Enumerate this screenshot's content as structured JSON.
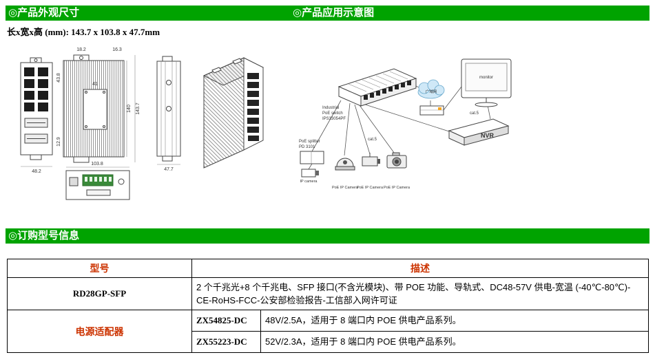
{
  "colors": {
    "section_bar_green": "#00a300",
    "table_accent_red": "#cc3300",
    "terminal_green": "#3a8a3a",
    "cloud_blue": "#cfe8f7"
  },
  "header": {
    "appearance_title": "◎产品外观尺寸",
    "application_title": "◎产品应用示意图",
    "ordering_title": "◎订购型号信息"
  },
  "dimensions_note": "长x宽x高 (mm): 143.7 x 103.8 x 47.7mm",
  "drawing": {
    "dims": {
      "d182": "18.2",
      "d438": "43.8",
      "d163": "16.3",
      "d41": "41",
      "d140": "140",
      "d1437": "143.7",
      "d129": "12.9",
      "d482": "48.2",
      "d1038": "103.8",
      "d477": "47.7"
    }
  },
  "application": {
    "switch_label_1": "Industrial",
    "switch_label_2": "PoE switch",
    "switch_label_3": "IPS33054PF",
    "splitter_label_1": "PoE splitter",
    "splitter_label_2": "PD 3101",
    "ip_camera_label": "IP camera",
    "camera_labels": [
      "PoE IP Camera",
      "PoE IP Camera",
      "PoE IP Camera"
    ],
    "nvr_label": "NVR",
    "monitor_label": "monitor",
    "cloud_label": "广域网",
    "cat5_a": "cat.5",
    "cat5_b": "cat.5"
  },
  "table": {
    "headers": {
      "model": "型号",
      "description": "描述"
    },
    "rows": {
      "main": {
        "model": "RD28GP-SFP",
        "description": "2 个千兆光+8 个千兆电、SFP 接口(不含光模块)、带 POE 功能、导轨式、DC48-57V 供电-宽温 (-40℃-80℃)-CE-RoHS-FCC-公安部检验报告-工信部入网许可证"
      },
      "adapter": {
        "model": "电源适配器",
        "items": [
          {
            "sku": "ZX54825-DC",
            "description": "48V/2.5A，适用于 8 端口内 POE 供电产品系列。"
          },
          {
            "sku": "ZX55223-DC",
            "description": "52V/2.3A，适用于 8 端口内 POE 供电产品系列。"
          }
        ]
      }
    }
  }
}
